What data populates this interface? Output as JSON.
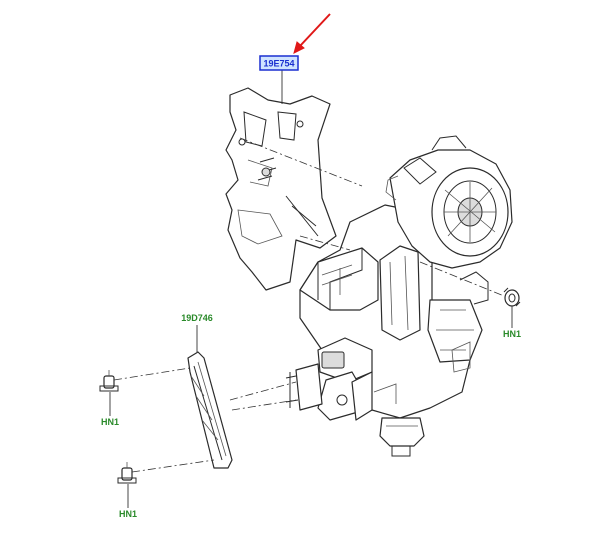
{
  "labels": {
    "selected_part": "19E754",
    "frame_part": "19D746",
    "nut_right": "HN1",
    "nut_left_upper": "HN1",
    "nut_left_lower": "HN1"
  },
  "colors": {
    "label_green": "#2a8a2a",
    "selected_label_blue": "#1a2fd0",
    "highlight_box": "#1a2fd0",
    "pointer_arrow": "#e01818",
    "line": "#2b2b2b"
  }
}
